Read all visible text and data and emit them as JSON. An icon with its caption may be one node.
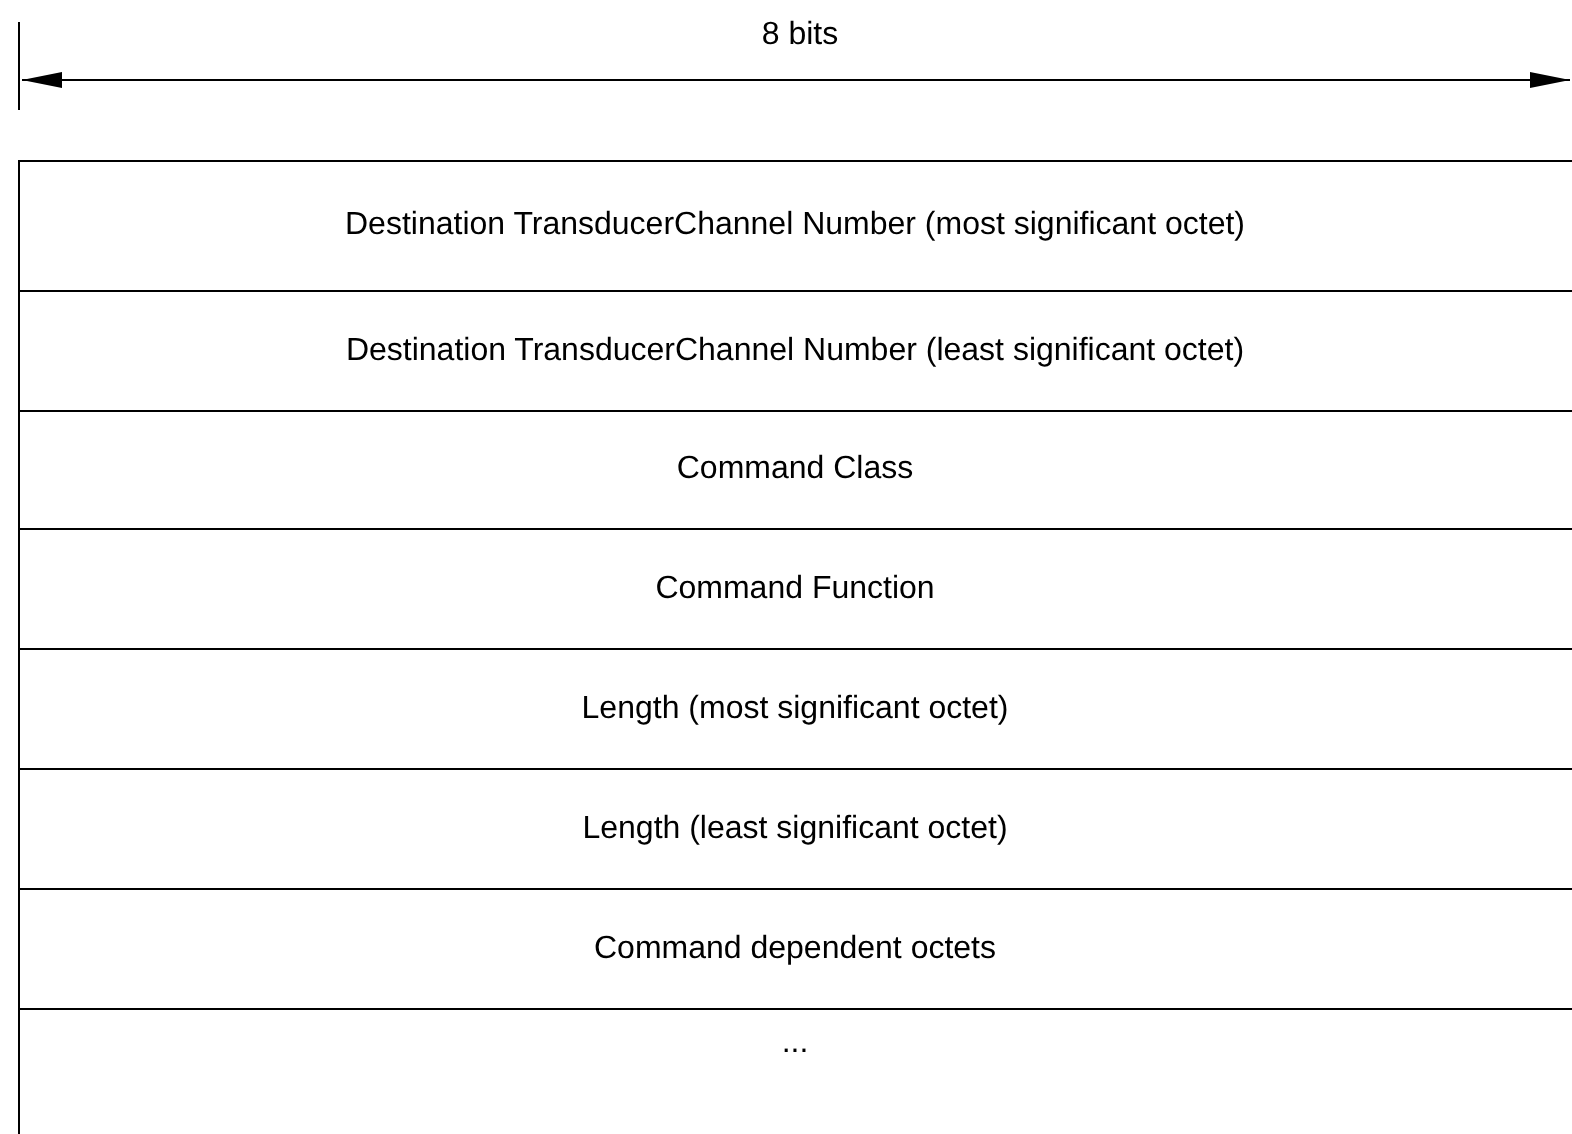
{
  "diagram": {
    "nodes": [
      {
        "text": [
          "Destination TransducerChannel Number (most significant octet)"
        ]
      },
      {
        "text": [
          "Destination TransducerChannel Number (least significant octet)"
        ]
      },
      {
        "text": [
          "Command Class"
        ]
      },
      {
        "text": [
          "Command Function"
        ]
      },
      {
        "text": [
          "Length (most significant octet)"
        ]
      },
      {
        "text": [
          "Length (least significant octet)"
        ]
      },
      {
        "text": [
          "Command dependent octets"
        ]
      },
      {
        "text": [
          "..."
        ]
      }
    ],
    "labels": [
      "8 bits"
    ]
  }
}
